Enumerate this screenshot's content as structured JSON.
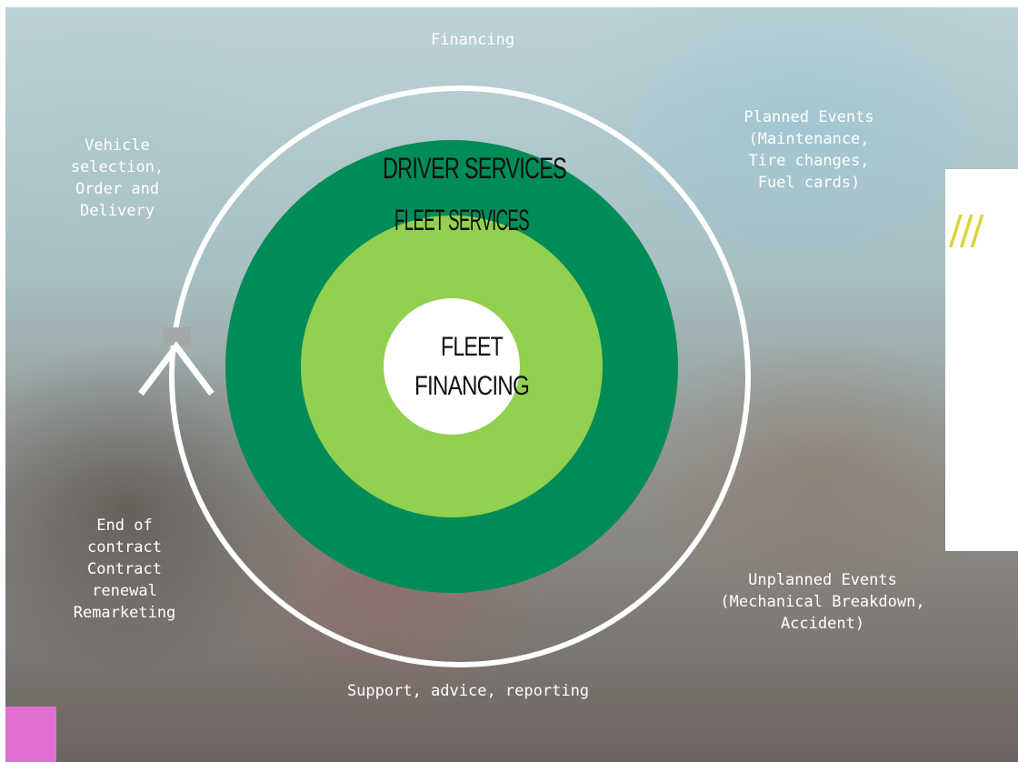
{
  "rings": {
    "outer": "DRIVER SERVICES",
    "middle": "FLEET SERVICES",
    "center": [
      "FLEET",
      "FINANCING"
    ]
  },
  "labels": {
    "top": "Financing",
    "top_left": [
      "Vehicle",
      "selection,",
      "Order and",
      "Delivery"
    ],
    "top_right": [
      "Planned Events",
      "(Maintenance,",
      "Tire changes,",
      "Fuel cards)"
    ],
    "bottom_right": [
      "Unplanned Events",
      "(Mechanical Breakdown,",
      "Accident)"
    ],
    "bottom_left": [
      "End of",
      "contract",
      "Contract",
      "renewal",
      "Remarketing"
    ],
    "bottom": "Support, advice, reporting"
  },
  "decor": {
    "slashes": "///"
  },
  "colors": {
    "outer_ring": "#008c57",
    "middle_ring": "#92d050",
    "center": "#ffffff",
    "cycle_line": "#ffffff",
    "accent_slashes": "#d9d53a",
    "pink_block": "#e070d0"
  },
  "icons": {
    "cycle_arrow": "chevron-up-icon"
  }
}
